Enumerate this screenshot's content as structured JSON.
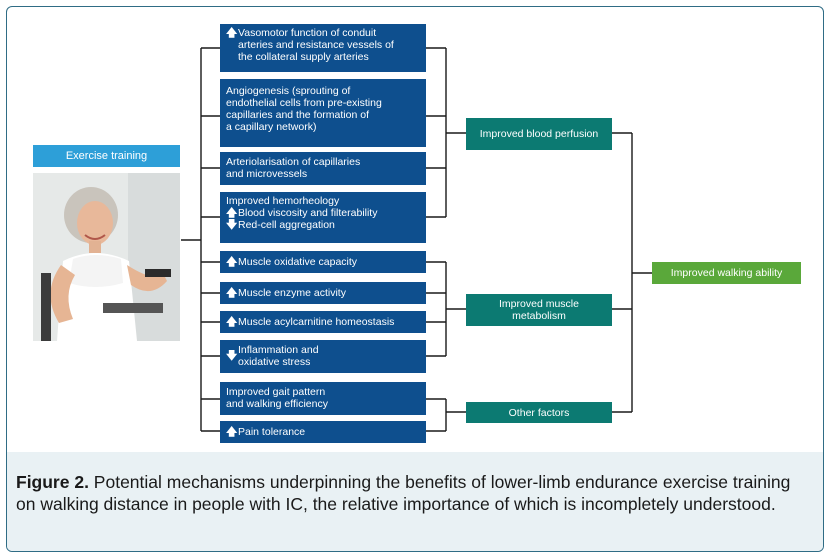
{
  "exercise_label": "Exercise training",
  "photo_icon": "woman-exercising-photo",
  "mechanisms": [
    {
      "lines": [
        {
          "arrow": "🡅",
          "text": "Vasomotor function of conduit"
        },
        {
          "arrow": "",
          "text": "arteries and resistance vessels of"
        },
        {
          "arrow": "",
          "text": "the collateral supply arteries"
        }
      ]
    },
    {
      "lines": [
        {
          "arrow": "",
          "text": "Angiogenesis (sprouting of"
        },
        {
          "arrow": "",
          "text": "endothelial cells from pre-existing"
        },
        {
          "arrow": "",
          "text": "capillaries and the formation of"
        },
        {
          "arrow": "",
          "text": "a capillary network)"
        }
      ]
    },
    {
      "lines": [
        {
          "arrow": "",
          "text": "Arteriolarisation of capillaries"
        },
        {
          "arrow": "",
          "text": "and microvessels"
        }
      ]
    },
    {
      "lines": [
        {
          "arrow": "",
          "text": "Improved hemorheology"
        },
        {
          "arrow": "🡅",
          "text": "Blood viscosity and filterability"
        },
        {
          "arrow": "🡇",
          "text": "Red-cell aggregation"
        }
      ]
    },
    {
      "lines": [
        {
          "arrow": "🡅",
          "text": "Muscle oxidative capacity"
        }
      ]
    },
    {
      "lines": [
        {
          "arrow": "🡅",
          "text": "Muscle enzyme activity"
        }
      ]
    },
    {
      "lines": [
        {
          "arrow": "🡅",
          "text": "Muscle acylcarnitine homeostasis"
        }
      ]
    },
    {
      "lines": [
        {
          "arrow": "🡇",
          "text": "Inflammation and"
        },
        {
          "arrow": "",
          "text": "oxidative stress"
        }
      ]
    },
    {
      "lines": [
        {
          "arrow": "",
          "text": "Improved gait pattern"
        },
        {
          "arrow": "",
          "text": "and walking efficiency"
        }
      ]
    },
    {
      "lines": [
        {
          "arrow": "🡅",
          "text": "Pain tolerance"
        }
      ]
    }
  ],
  "outcomes": [
    {
      "label": "Improved blood perfusion"
    },
    {
      "label": "Improved muscle metabolism"
    },
    {
      "label": "Other factors"
    }
  ],
  "final_label": "Improved walking ability",
  "caption": {
    "label": "Figure 2.",
    "text": " Potential mechanisms underpinning the benefits of lower-limb endurance exercise training on walking distance in people with IC, the relative importance of which is incompletely understood."
  },
  "colors": {
    "mechanism_box": "#0e4f8e",
    "outcome_box": "#0c7a72",
    "final_box": "#5aa83a",
    "exercise_box": "#2d9fd8",
    "connector": "#1a1a1a",
    "frame": "#2f6c85",
    "caption_band": "#e9f1f4"
  }
}
